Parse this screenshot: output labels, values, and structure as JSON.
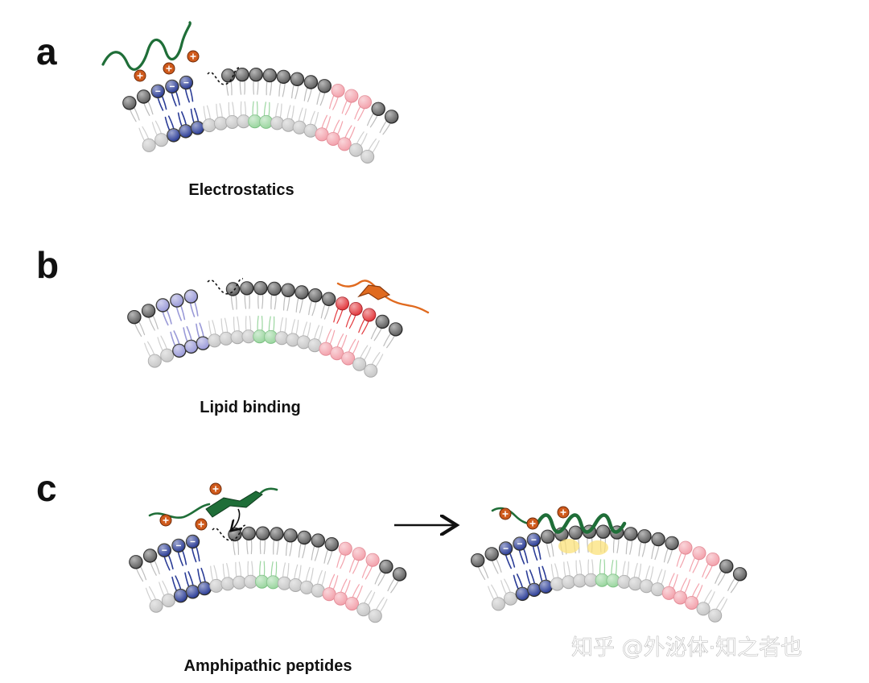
{
  "figure": {
    "panels": [
      {
        "id": "a",
        "letter": "a",
        "caption": "Electrostatics"
      },
      {
        "id": "b",
        "letter": "b",
        "caption": "Lipid binding"
      },
      {
        "id": "c",
        "letter": "c",
        "caption": "Amphipathic peptides"
      }
    ],
    "watermark": "知乎 @外泌体·知之者也"
  },
  "colors": {
    "head_dark": "#5f5f5f",
    "head_light": "#c8c8c8",
    "anionic_lipid": "#2b3d97",
    "anionic_lipid_faded": "#9a9ad8",
    "cone_lipid": "#9bd6a0",
    "raft_lipid": "#f3a3ad",
    "bound_lipid": "#e33a3f",
    "peptide_green": "#1f6e38",
    "peptide_orange": "#e06a1f",
    "charge_ball": "#cf5a1c",
    "hydrophobic_patch": "#fbe27a",
    "arrow": "#111111"
  },
  "icons": [
    "positive-charge-icon",
    "negative-charge-icon",
    "process-arrow-icon"
  ]
}
